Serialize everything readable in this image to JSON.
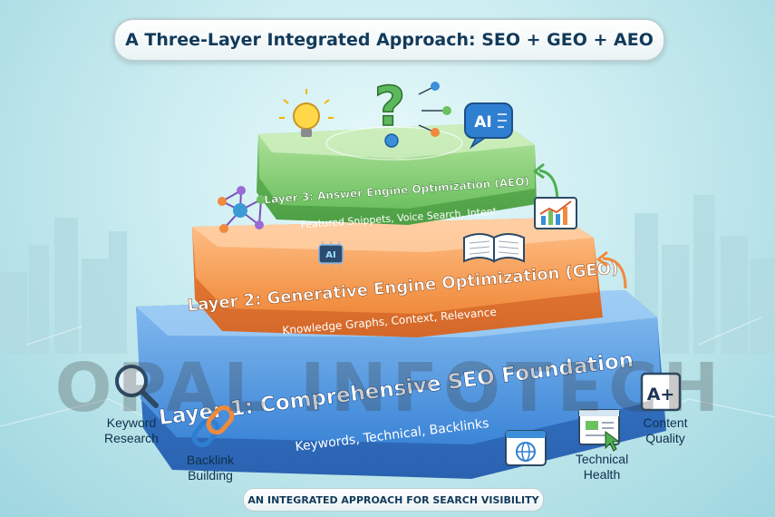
{
  "title": "A Three-Layer Integrated Approach: SEO + GEO + AEO",
  "footer": "AN INTEGRATED APPROACH FOR SEARCH VISIBILITY",
  "watermark": "OPAL INFOTECH",
  "layers": [
    {
      "title": "Layer 1: Comprehensive SEO Foundation",
      "subtitle": "Keywords, Technical, Backlinks",
      "color": "#3f8de0"
    },
    {
      "title": "Layer 2: Generative Engine Optimization (GEO)",
      "subtitle": "Knowledge Graphs, Context, Relevance",
      "color": "#f08a3c"
    },
    {
      "title": "Layer 3: Answer Engine Optimization (AEO)",
      "subtitle": "Featured Snippets, Voice Search, Intent",
      "color": "#6cc060"
    }
  ],
  "side_labels": {
    "keyword": [
      "Keyword",
      "Research"
    ],
    "backlink": [
      "Backlink",
      "Building"
    ],
    "technical": [
      "Technical",
      "Health"
    ],
    "content": [
      "Content",
      "Quality"
    ]
  },
  "badges": {
    "ai_chat": "AI",
    "ai_chip": "AI",
    "grade": "A+"
  },
  "icons": [
    "lightbulb-icon",
    "question-mark-icon",
    "ai-chat-icon",
    "network-graph-icon",
    "ai-chip-icon",
    "open-book-icon",
    "growth-chart-icon",
    "magnifier-icon",
    "chain-link-icon",
    "globe-window-icon",
    "browser-cursor-icon",
    "grade-card-icon"
  ]
}
